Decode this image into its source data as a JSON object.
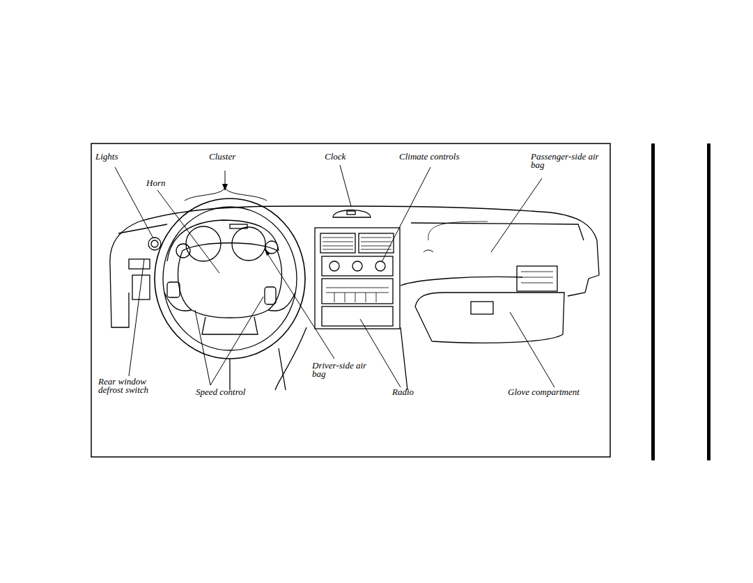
{
  "diagram": {
    "labels": [
      "Lights",
      "Cluster",
      "Clock",
      "Climate controls",
      "Passenger-side air bag",
      "Horn",
      "Rear window defrost switch",
      "Speed control",
      "Driver-side air bag",
      "Radio",
      "Glove compartment"
    ]
  }
}
